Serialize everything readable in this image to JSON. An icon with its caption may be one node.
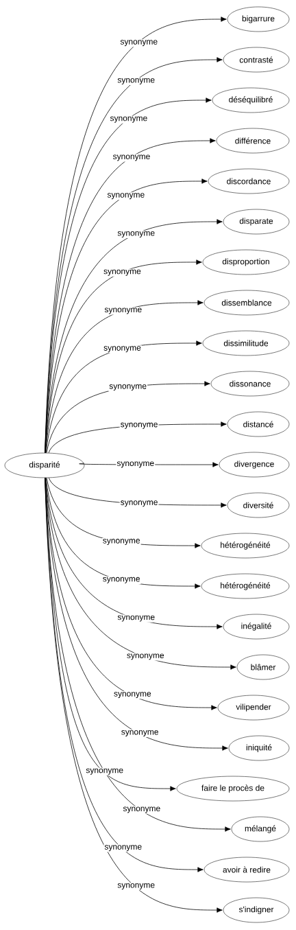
{
  "diagram": {
    "nodes": [
      {
        "text": [
          "disparité"
        ]
      },
      {
        "text": [
          "bigarrure"
        ]
      },
      {
        "text": [
          "contrasté"
        ]
      },
      {
        "text": [
          "déséquilibré"
        ]
      },
      {
        "text": [
          "différence"
        ]
      },
      {
        "text": [
          "discordance"
        ]
      },
      {
        "text": [
          "disparate"
        ]
      },
      {
        "text": [
          "disproportion"
        ]
      },
      {
        "text": [
          "dissemblance"
        ]
      },
      {
        "text": [
          "dissimilitude"
        ]
      },
      {
        "text": [
          "dissonance"
        ]
      },
      {
        "text": [
          "distancé"
        ]
      },
      {
        "text": [
          "divergence"
        ]
      },
      {
        "text": [
          "diversité"
        ]
      },
      {
        "text": [
          "hétérogénéité"
        ]
      },
      {
        "text": [
          "hétérogénéité"
        ]
      },
      {
        "text": [
          "inégalité"
        ]
      },
      {
        "text": [
          "blâmer"
        ]
      },
      {
        "text": [
          "vilipender"
        ]
      },
      {
        "text": [
          "iniquité"
        ]
      },
      {
        "text": [
          "faire le procès de"
        ]
      },
      {
        "text": [
          "mélangé"
        ]
      },
      {
        "text": [
          "avoir à redire"
        ]
      },
      {
        "text": [
          "s'indigner"
        ]
      }
    ],
    "edges": [
      {
        "from": 0,
        "to": 1,
        "arrow": "to",
        "label": "synonyme"
      },
      {
        "from": 0,
        "to": 2,
        "arrow": "to",
        "label": "synonyme"
      },
      {
        "from": 0,
        "to": 3,
        "arrow": "to",
        "label": "synonyme"
      },
      {
        "from": 0,
        "to": 4,
        "arrow": "to",
        "label": "synonyme"
      },
      {
        "from": 0,
        "to": 5,
        "arrow": "to",
        "label": "synonyme"
      },
      {
        "from": 0,
        "to": 6,
        "arrow": "to",
        "label": "synonyme"
      },
      {
        "from": 0,
        "to": 7,
        "arrow": "to",
        "label": "synonyme"
      },
      {
        "from": 0,
        "to": 8,
        "arrow": "to",
        "label": "synonyme"
      },
      {
        "from": 0,
        "to": 9,
        "arrow": "to",
        "label": "synonyme"
      },
      {
        "from": 0,
        "to": 10,
        "arrow": "to",
        "label": "synonyme"
      },
      {
        "from": 0,
        "to": 11,
        "arrow": "to",
        "label": "synonyme"
      },
      {
        "from": 0,
        "to": 12,
        "arrow": "to",
        "label": "synonyme"
      },
      {
        "from": 0,
        "to": 13,
        "arrow": "to",
        "label": "synonyme"
      },
      {
        "from": 0,
        "to": 14,
        "arrow": "to",
        "label": "synonyme"
      },
      {
        "from": 0,
        "to": 15,
        "arrow": "to",
        "label": "synonyme"
      },
      {
        "from": 0,
        "to": 16,
        "arrow": "to",
        "label": "synonyme"
      },
      {
        "from": 0,
        "to": 17,
        "arrow": "to",
        "label": "synonyme"
      },
      {
        "from": 0,
        "to": 18,
        "arrow": "to",
        "label": "synonyme"
      },
      {
        "from": 0,
        "to": 19,
        "arrow": "to",
        "label": "synonyme"
      },
      {
        "from": 0,
        "to": 20,
        "arrow": "to",
        "label": "synonyme"
      },
      {
        "from": 0,
        "to": 21,
        "arrow": "to",
        "label": "synonyme"
      },
      {
        "from": 0,
        "to": 22,
        "arrow": "to",
        "label": "synonyme"
      },
      {
        "from": 0,
        "to": 23,
        "arrow": "to",
        "label": "synonyme"
      }
    ]
  }
}
